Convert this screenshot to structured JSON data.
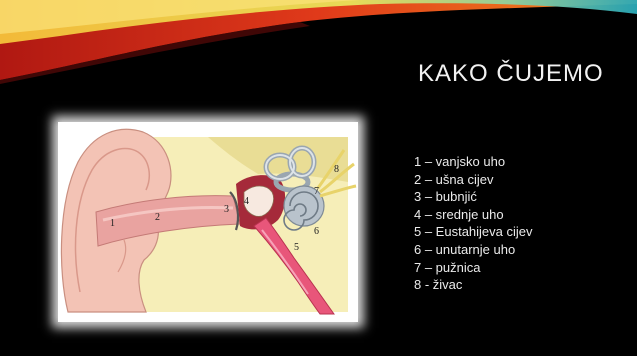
{
  "slide": {
    "title": "KAKO ČUJEMO",
    "legend": [
      "1 – vanjsko uho",
      "2 – ušna cijev",
      "3 – bubnjić",
      "4 – srednje uho",
      "5 – Eustahijeva cijev",
      "6 – unutarnje uho",
      "7 – pužnica",
      "8 - živac"
    ],
    "diagram_labels": [
      "1",
      "2",
      "3",
      "4",
      "5",
      "6",
      "7",
      "8"
    ]
  },
  "colors": {
    "background": "#000000",
    "title_text": "#f2f2f2",
    "legend_text": "#eaeaea",
    "swoosh_red": "#d7261c",
    "swoosh_orange": "#f07a1c",
    "swoosh_yellow": "#f6d84a",
    "swoosh_green": "#c8d94a",
    "swoosh_teal": "#2aa9b8"
  }
}
